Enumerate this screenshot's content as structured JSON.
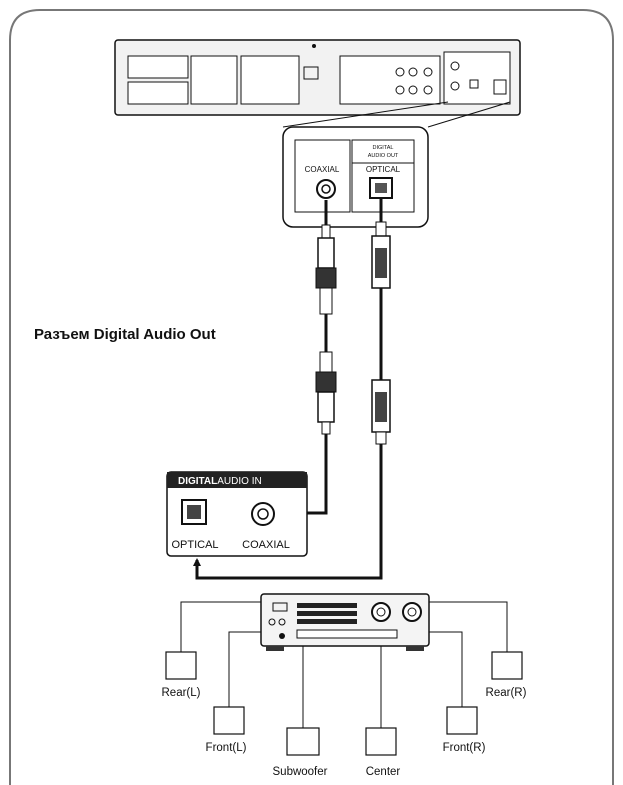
{
  "connector_label": "Разъем Digital Audio Out",
  "player_panel": {
    "title_line1": "DIGITAL",
    "title_line2": "AUDIO OUT",
    "coaxial": "COAXIAL",
    "optical": "OPTICAL"
  },
  "receiver_panel": {
    "title_part1": "DIGITAL",
    "title_part2": "AUDIO IN",
    "optical": "OPTICAL",
    "coaxial": "COAXIAL"
  },
  "speakers": {
    "rear_left": "Rear(L)",
    "front_left": "Front(L)",
    "subwoofer": "Subwoofer",
    "center": "Center",
    "front_right": "Front(R)",
    "rear_right": "Rear(R)"
  },
  "colors": {
    "line": "#111111",
    "panel_bg": "#ffffff",
    "device_fill": "#f4f4f4"
  }
}
